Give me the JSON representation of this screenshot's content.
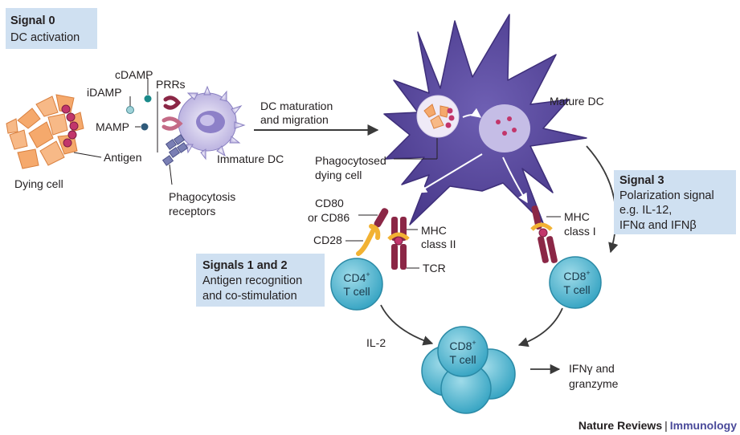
{
  "boxes": {
    "signal0": {
      "title": "Signal 0",
      "line1": "DC activation"
    },
    "signals12": {
      "title": "Signals 1 and 2",
      "line1": "Antigen recognition",
      "line2": "and co-stimulation"
    },
    "signal3": {
      "title": "Signal 3",
      "line1": "Polarization signal",
      "line2": "e.g. IL-12,",
      "line3": "IFNα and IFNβ"
    }
  },
  "labels": {
    "cdamp": "cDAMP",
    "idamp": "iDAMP",
    "prrs": "PRRs",
    "mamp": "MAMP",
    "antigen": "Antigen",
    "dying_cell": "Dying cell",
    "immature_dc": "Immature DC",
    "phago_receptors_1": "Phagocytosis",
    "phago_receptors_2": "receptors",
    "maturation_1": "DC maturation",
    "maturation_2": "and migration",
    "mature_dc": "Mature DC",
    "phagocytosed_1": "Phagocytosed",
    "phagocytosed_2": "dying cell",
    "cd80_1": "CD80",
    "cd80_2": "or CD86",
    "cd28": "CD28",
    "mhc2_1": "MHC",
    "mhc2_2": "class II",
    "mhc1_1": "MHC",
    "mhc1_2": "class I",
    "tcr": "TCR",
    "il2": "IL-2",
    "ifng_1": "IFNγ and",
    "ifng_2": "granzyme"
  },
  "cells": {
    "cd4": {
      "name": "CD4",
      "sup": "+",
      "sub": "T cell"
    },
    "cd8_right": {
      "name": "CD8",
      "sup": "+",
      "sub": "T cell"
    },
    "cd8_cluster": {
      "name": "CD8",
      "sup": "+",
      "sub": "T cell"
    }
  },
  "footer": {
    "journal": "Nature Reviews",
    "separator": "|",
    "section": "Immunology"
  },
  "colors": {
    "dc_purple": "#5b4a9e",
    "dc_purple_light": "#8a7cc0",
    "tcell_cyan": "#5bbfd6",
    "box_blue": "#cfe0f1",
    "dying_orange": "#f5a96c",
    "receptor_maroon": "#8b2746",
    "cd28_yellow": "#f2b233",
    "arrow_dark": "#3a3a3a",
    "section_purple": "#4a4a9a"
  }
}
